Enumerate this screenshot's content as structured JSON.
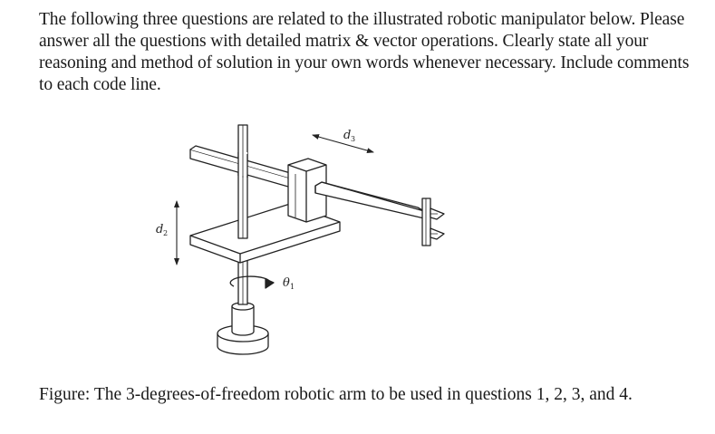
{
  "intro": {
    "text": "The following three questions are related to the illustrated robotic manipulator below. Please answer all the questions with detailed matrix & vector operations. Clearly state all your reasoning and method of solution in your own words whenever necessary. Include comments to each code line."
  },
  "figure": {
    "labels": {
      "d3": {
        "main": "d",
        "sub": "3"
      },
      "d2": {
        "main": "d",
        "sub": "2"
      },
      "theta1": {
        "main": "θ",
        "sub": "1"
      }
    }
  },
  "caption": {
    "text": "Figure: The 3-degrees-of-freedom robotic arm to be used in questions 1, 2, 3, and 4."
  }
}
